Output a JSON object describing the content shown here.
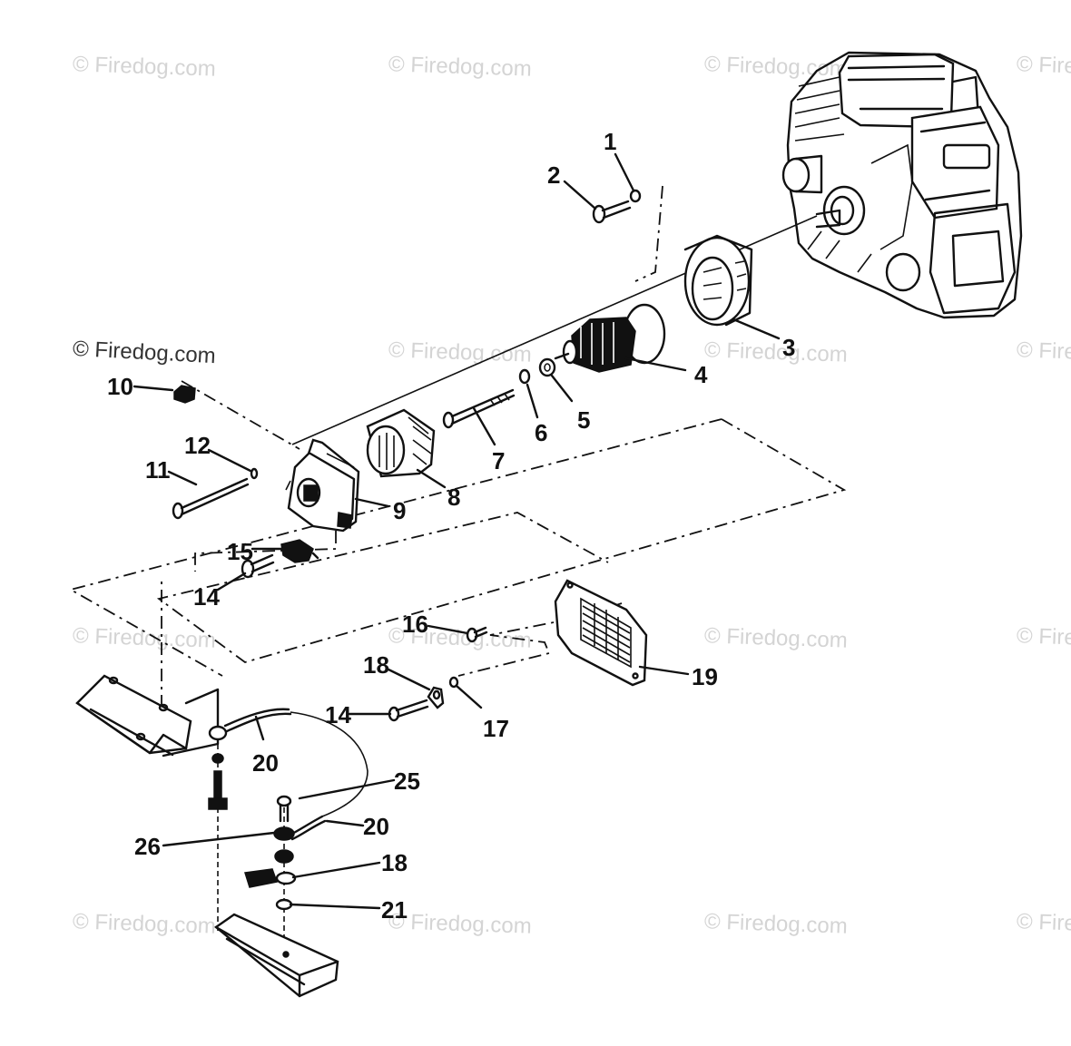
{
  "watermark": "© Firedog.com",
  "callouts": {
    "c1": "1",
    "c2": "2",
    "c3": "3",
    "c4": "4",
    "c5": "5",
    "c6": "6",
    "c7": "7",
    "c8": "8",
    "c9": "9",
    "c10": "10",
    "c11": "11",
    "c12": "12",
    "c14a": "14",
    "c14b": "14",
    "c15": "15",
    "c16": "16",
    "c17": "17",
    "c18a": "18",
    "c18b": "18",
    "c19": "19",
    "c20a": "20",
    "c20b": "20",
    "c21": "21",
    "c25": "25",
    "c26": "26"
  }
}
